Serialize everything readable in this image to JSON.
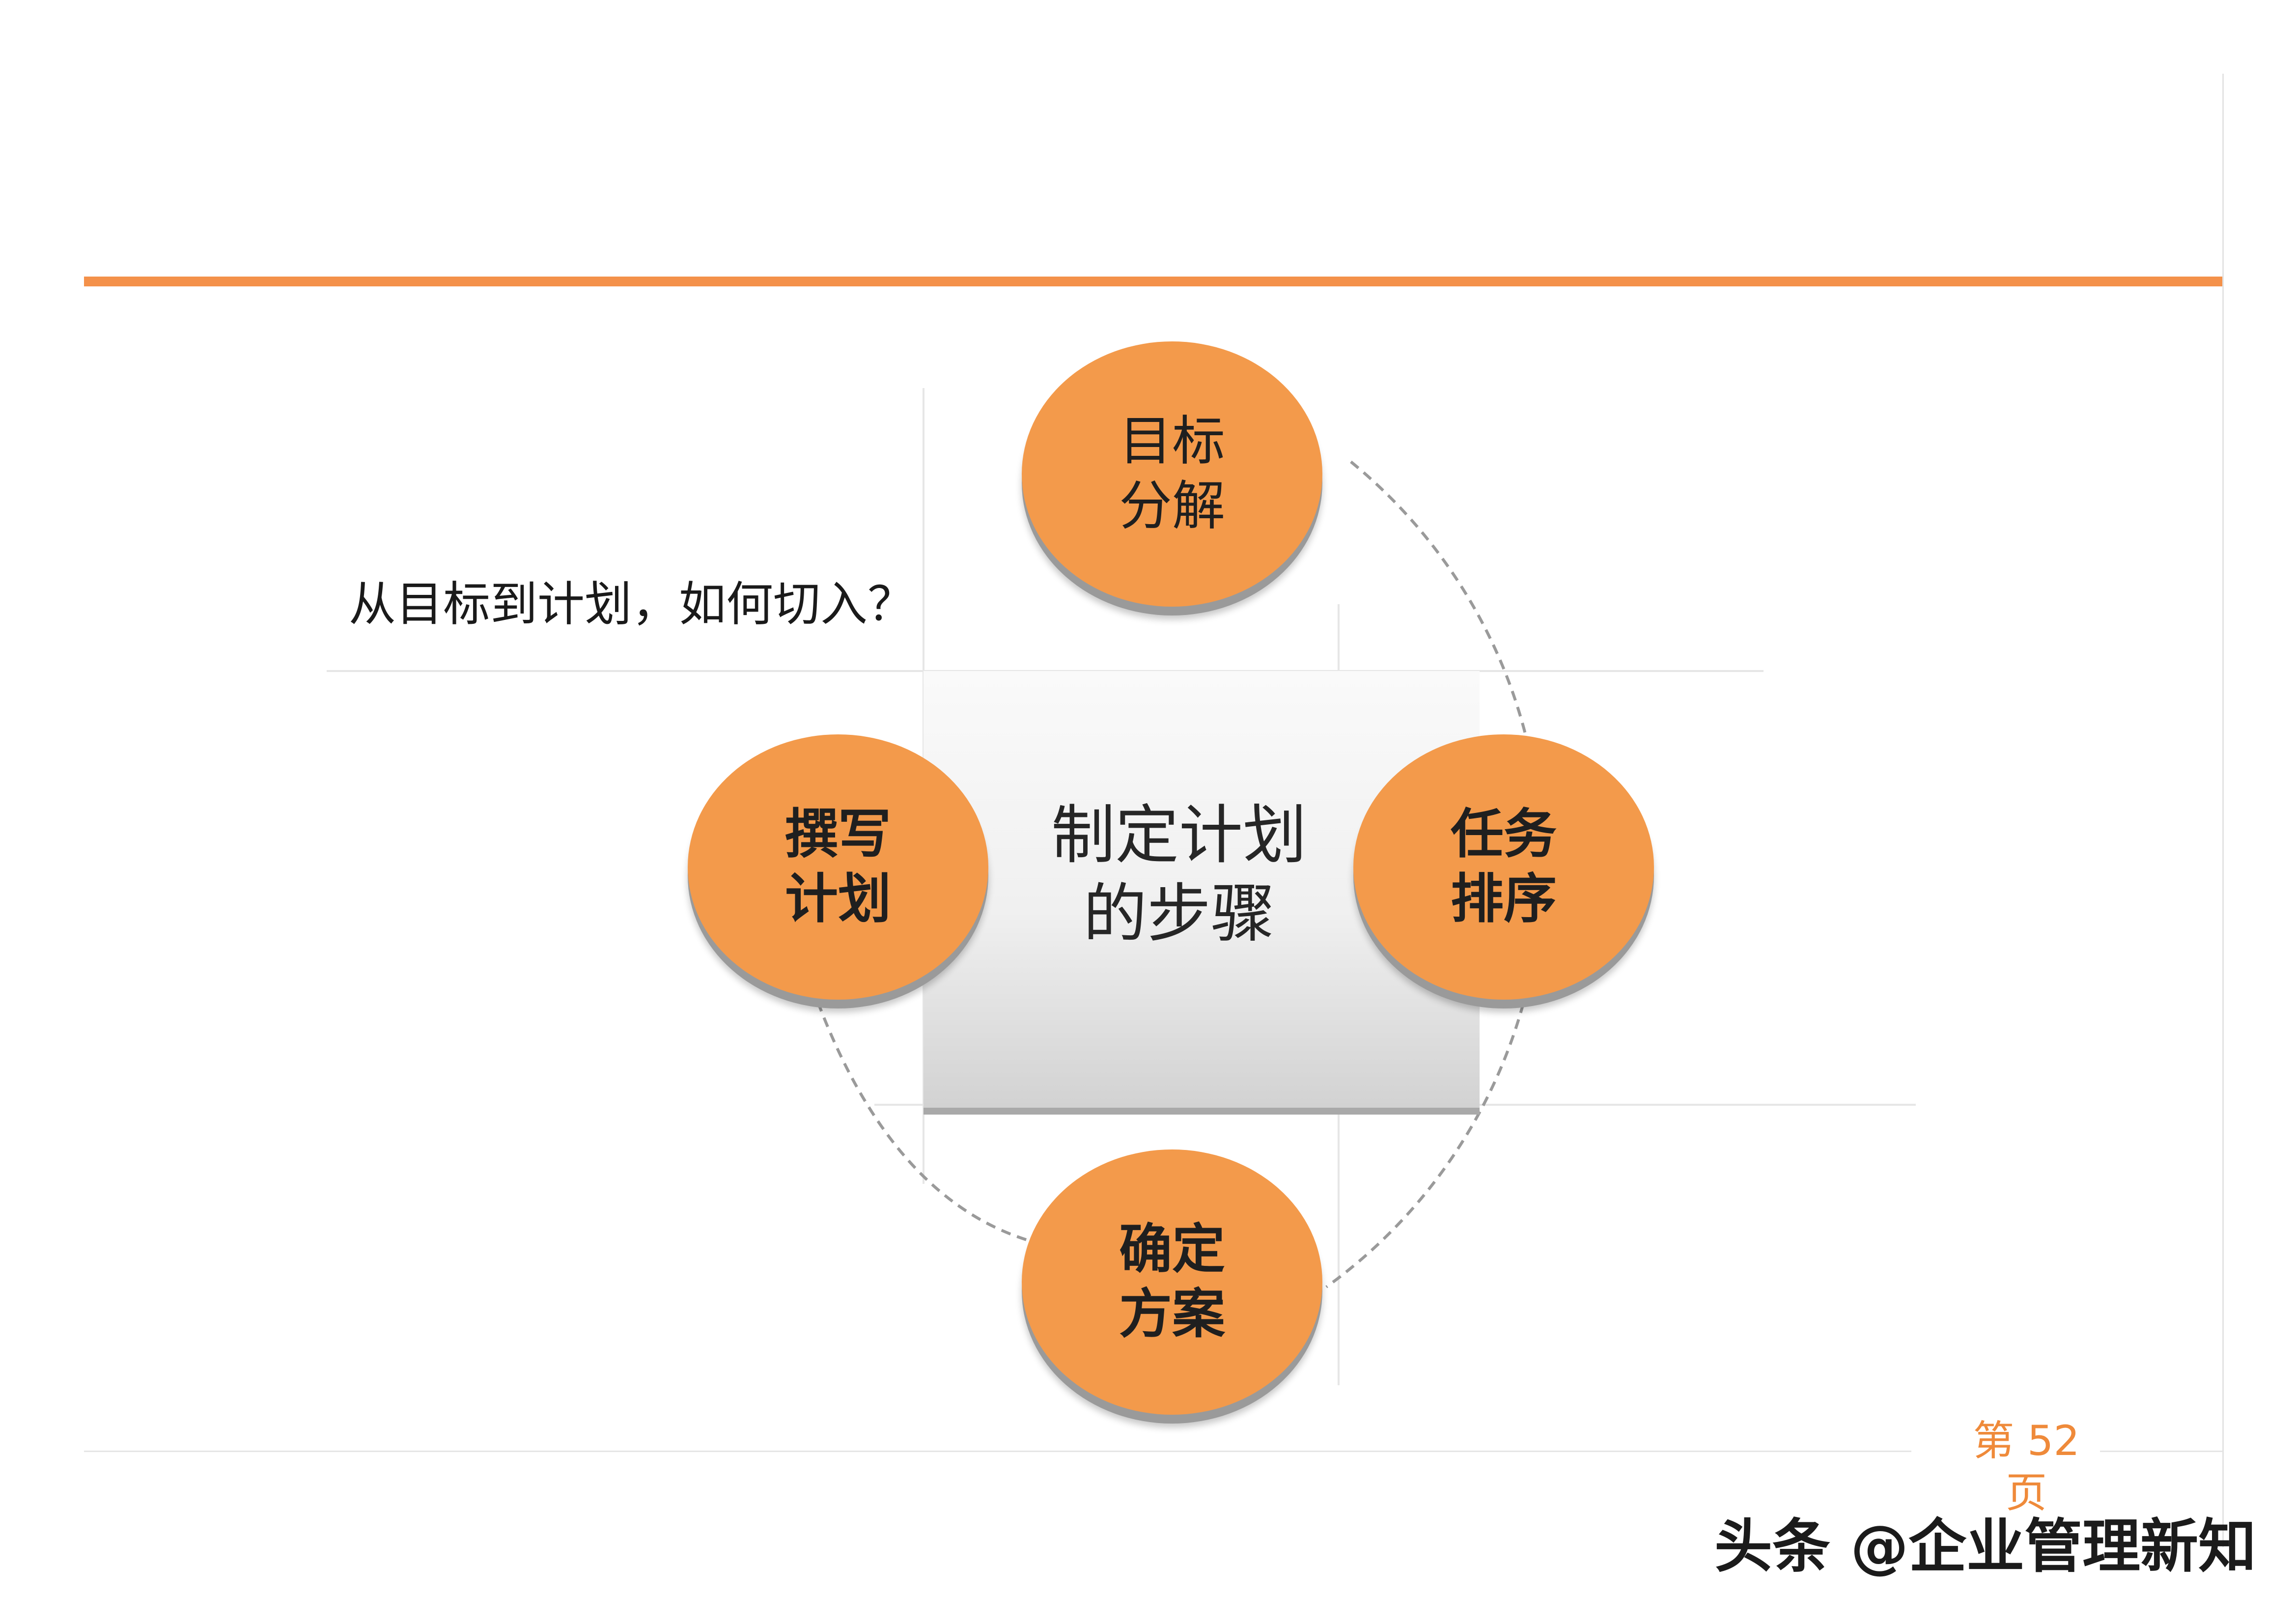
{
  "slide": {
    "question": "从目标到计划，如何切入？",
    "center": {
      "line1": "制定计划",
      "line2": "的步骤"
    },
    "steps": [
      {
        "id": "top",
        "line1": "目标",
        "line2": "分解"
      },
      {
        "id": "right",
        "line1": "任务",
        "line2": "排序"
      },
      {
        "id": "bottom",
        "line1": "确定",
        "line2": "方案"
      },
      {
        "id": "left",
        "line1": "撰写",
        "line2": "计划"
      }
    ],
    "page": {
      "prefix": "第",
      "number": "52",
      "suffix": "页"
    }
  },
  "watermark": "头条 @企业管理新知",
  "colors": {
    "accent": "#f4914a",
    "circle": "#f39a4b",
    "page_number": "#ef8a3a"
  }
}
